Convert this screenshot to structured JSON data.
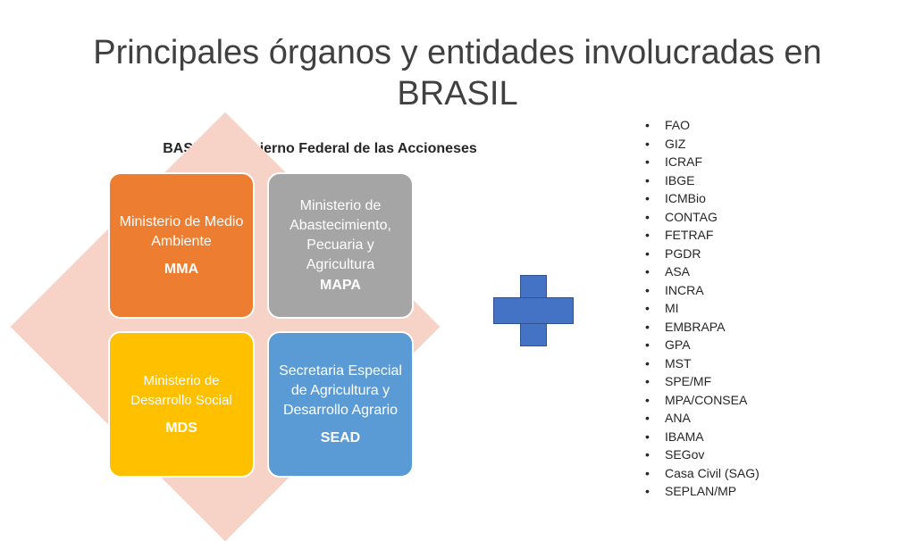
{
  "title": "Principales órganos y entidades involucradas en BRASIL",
  "subtitle": "BASE del Gobierno Federal de las Accioneses",
  "boxes": {
    "mma": {
      "name": "Ministerio de Medio Ambiente",
      "abbr": "MMA",
      "color": "#ed7d31"
    },
    "mapa": {
      "name": "Ministerio de Abastecimiento, Pecuaria y Agricultura",
      "abbr": "MAPA",
      "color": "#a5a5a5"
    },
    "mds": {
      "name": "Ministerio de Desarrollo Social",
      "abbr": "MDS",
      "color": "#ffc000"
    },
    "sead": {
      "name": "Secretaria Especial de Agricultura y Desarrollo Agrario",
      "abbr": "SEAD",
      "color": "#5b9bd5"
    }
  },
  "plus_icon": "plus-icon",
  "organizations": [
    "FAO",
    "GIZ",
    "ICRAF",
    "IBGE",
    "ICMBio",
    "CONTAG",
    "FETRAF",
    "PGDR",
    "ASA",
    "INCRA",
    "MI",
    "EMBRAPA",
    "GPA",
    "MST",
    "SPE/MF",
    "MPA/CONSEA",
    "ANA",
    "IBAMA",
    "SEGov",
    "Casa Civil (SAG)",
    "SEPLAN/MP"
  ]
}
